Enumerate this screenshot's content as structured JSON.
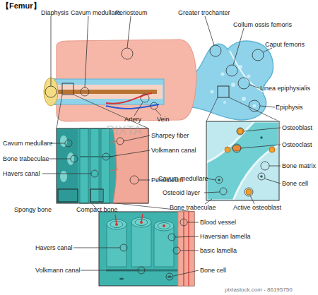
{
  "diagram": {
    "title": "【Femur】",
    "labels": [
      "Diaphysis",
      "Cavum medullare",
      "Periosteum",
      "Greater trochanter",
      "Collum ossis femoris",
      "Caput femoris",
      "Linea epiphysialis",
      "Epiphysis",
      "Artery",
      "Vein",
      "Cavum medullare",
      "Bone trabeculae",
      "Havers canal",
      "Spongy bone",
      "Compact bone",
      "Sharpey fiber",
      "Volkmann canal",
      "Periosteum",
      "Osteoblast",
      "Osteoclast",
      "Bone matrix",
      "Bone cell",
      "Cavum medullare",
      "Osteoid layer",
      "Bone trabeculae",
      "Active osteoblast",
      "Havers canal",
      "Volkmann canal",
      "Blood vessel",
      "Haversian lamella",
      "basic lamella",
      "Bone cell",
      "PIXTA",
      "pixtastock.com - 86195750"
    ]
  }
}
